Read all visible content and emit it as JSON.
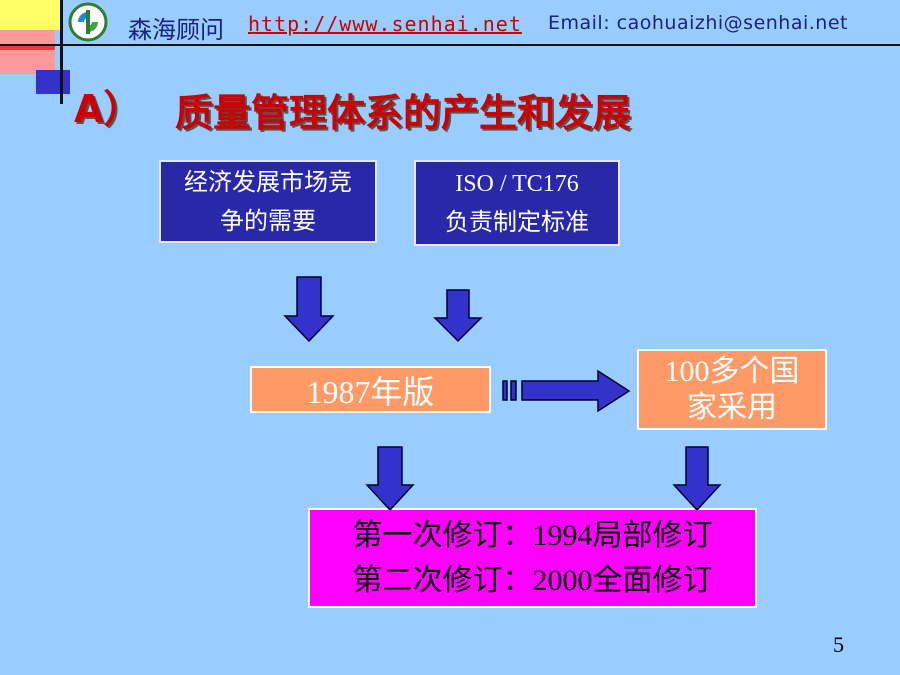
{
  "header": {
    "brand": "森海顾问",
    "url": "http://www.senhai.net",
    "email": "Email: caohuaizhi@senhai.net"
  },
  "title": {
    "prefix": "A）",
    "text": "质量管理体系的产生和发展"
  },
  "boxes": {
    "market": {
      "line1": "经济发展市场竞",
      "line2": "争的需要"
    },
    "iso": {
      "line1": "ISO / TC176",
      "line2": "负责制定标准"
    },
    "version": {
      "text": "1987年版"
    },
    "adopted": {
      "line1": "100多个国",
      "line2": "家采用"
    },
    "revisions": {
      "line1": "第一次修订：1994局部修订",
      "line2": "第二次修订：2000全面修订"
    }
  },
  "page_number": "5",
  "colors": {
    "background": "#99ccff",
    "title": "#cc0000",
    "navy_box": "#2828a8",
    "orange_box": "#ff9966",
    "magenta_box": "#ff00ff",
    "arrow": "#3333cc"
  }
}
